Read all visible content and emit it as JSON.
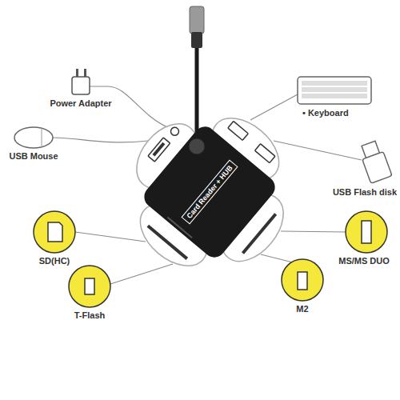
{
  "diagram": {
    "nodes": [
      {
        "text": [
          "Card Reader + HUB"
        ]
      }
    ],
    "labels": [
      "Power Adapter",
      "USB Mouse",
      "• Keyboard",
      "USB Flash disk",
      "SD(HC)",
      "T-Flash",
      "MS/MS DUO",
      "M2"
    ]
  }
}
